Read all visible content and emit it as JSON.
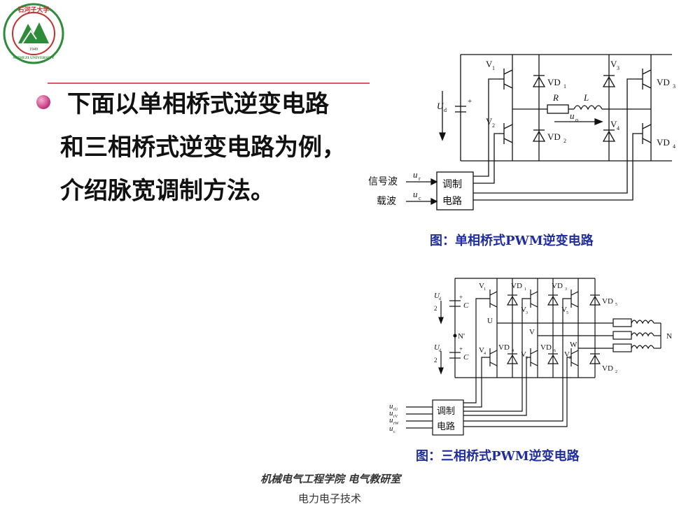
{
  "logo": {
    "top_text": "石河子大学",
    "year": "1949",
    "bottom_text": "SHIHEZI UNIVERSITY"
  },
  "content": {
    "lines": [
      "下面以单相桥式逆变电路",
      "和三相桥式逆变电路为例，",
      "介绍脉宽调制方法。"
    ]
  },
  "figure1": {
    "caption": "图：单相桥式PWM逆变电路",
    "labels": {
      "v1": "V",
      "v1_sub": "1",
      "vd1": "VD",
      "vd1_sub": "1",
      "v3": "V",
      "v3_sub": "3",
      "vd3": "VD",
      "vd3_sub": "3",
      "v2": "V",
      "v2_sub": "2",
      "vd2": "VD",
      "vd2_sub": "2",
      "v4": "V",
      "v4_sub": "4",
      "vd4": "VD",
      "vd4_sub": "4",
      "ud": "U",
      "ud_sub": "d",
      "plus": "+",
      "r": "R",
      "l": "L",
      "uo": "u",
      "uo_sub": "o",
      "signal": "信号波",
      "carrier": "载波",
      "ur": "u",
      "ur_sub": "r",
      "uc": "u",
      "uc_sub": "c",
      "mod1": "调制",
      "mod2": "电路"
    }
  },
  "figure2": {
    "caption": "图：三相桥式PWM逆变电路",
    "labels": {
      "ud": "U",
      "ud_sub": "d",
      "two": "2",
      "c": "C",
      "plus": "+",
      "n_prime": "N'",
      "n": "N",
      "u": "U",
      "v": "V",
      "w": "W",
      "v1": "V",
      "v1_sub": "1",
      "vd1": "VD",
      "vd1_sub": "1",
      "v3": "V",
      "v3_sub": "3",
      "vd3": "VD",
      "vd3_sub": "3",
      "v5": "V",
      "v5_sub": "5",
      "vd5": "VD",
      "vd5_sub": "5",
      "v4": "V",
      "v4_sub": "4",
      "vd4": "VD",
      "vd4_sub": "4",
      "v6": "V",
      "v6_sub": "6",
      "vd6": "VD",
      "vd6_sub": "6",
      "v2": "V",
      "v2_sub": "2",
      "vd2": "VD",
      "vd2_sub": "2",
      "urU": "u",
      "urU_sub": "rU",
      "urV": "u",
      "urV_sub": "rV",
      "urW": "u",
      "urW_sub": "rW",
      "uc": "u",
      "uc_sub": "c",
      "mod1": "调制",
      "mod2": "电路"
    }
  },
  "footer": {
    "line1": "机械电气工程学院 电气教研室",
    "line2": "电力电子技术"
  }
}
